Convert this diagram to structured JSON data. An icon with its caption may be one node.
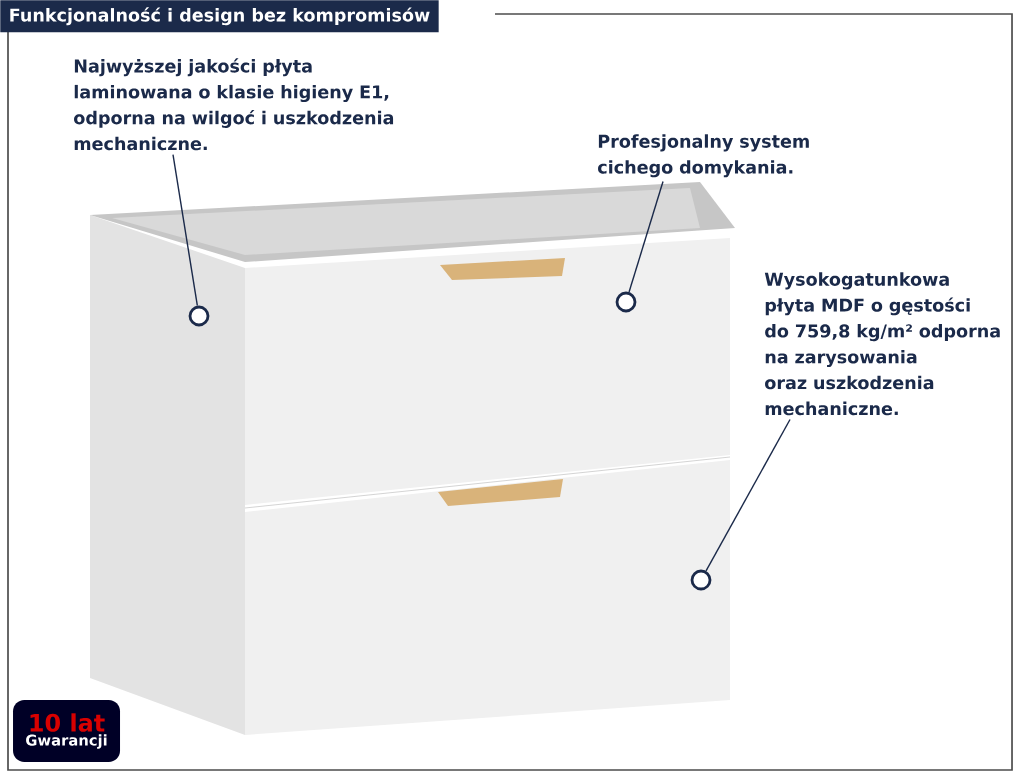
{
  "diagram": {
    "title": "Funkcjonalność i design bez kompromisów",
    "nodes": [
      {
        "text": [
          "Najwyższej jakości płyta laminowana o klasie higieny E1, odporna na wilgoć i uszkodzenia mechaniczne."
        ]
      },
      {
        "text": [],
        "shape": "circle"
      },
      {
        "text": [
          "Profesjonalny system cichego domykania."
        ]
      },
      {
        "text": [],
        "shape": "circle"
      },
      {
        "text": [
          "Wysokogatunkowa płyta MDF o gęstości do 759,8 kg/m² odporna na zarysowania oraz uszkodzenia mechaniczne."
        ]
      },
      {
        "text": [],
        "shape": "circle"
      },
      {
        "text": [
          "10 lat",
          "Gwarancji"
        ]
      }
    ],
    "edges": [
      {
        "from": 0,
        "to": 1,
        "arrow": "none"
      },
      {
        "from": 2,
        "to": 3,
        "arrow": "none"
      },
      {
        "from": 4,
        "to": 5,
        "arrow": "none"
      }
    ]
  }
}
